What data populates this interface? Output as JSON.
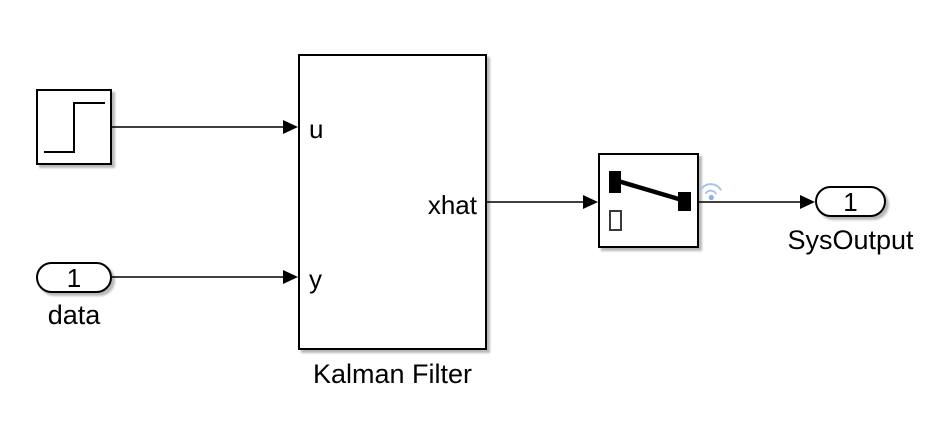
{
  "canvas": {
    "background": "#ffffff",
    "wire_color": "#000000",
    "badge_color": "#a8c4e4"
  },
  "blocks": {
    "step": {
      "icon": "step-signal-icon"
    },
    "inport": {
      "number": "1",
      "label": "data"
    },
    "kalman": {
      "name": "Kalman Filter",
      "port_u": "u",
      "port_y": "y",
      "port_xhat": "xhat"
    },
    "switch": {
      "icon": "manual-switch-icon",
      "badge": "signal-streaming-wifi-badge"
    },
    "outport": {
      "number": "1",
      "label": "SysOutput"
    }
  }
}
